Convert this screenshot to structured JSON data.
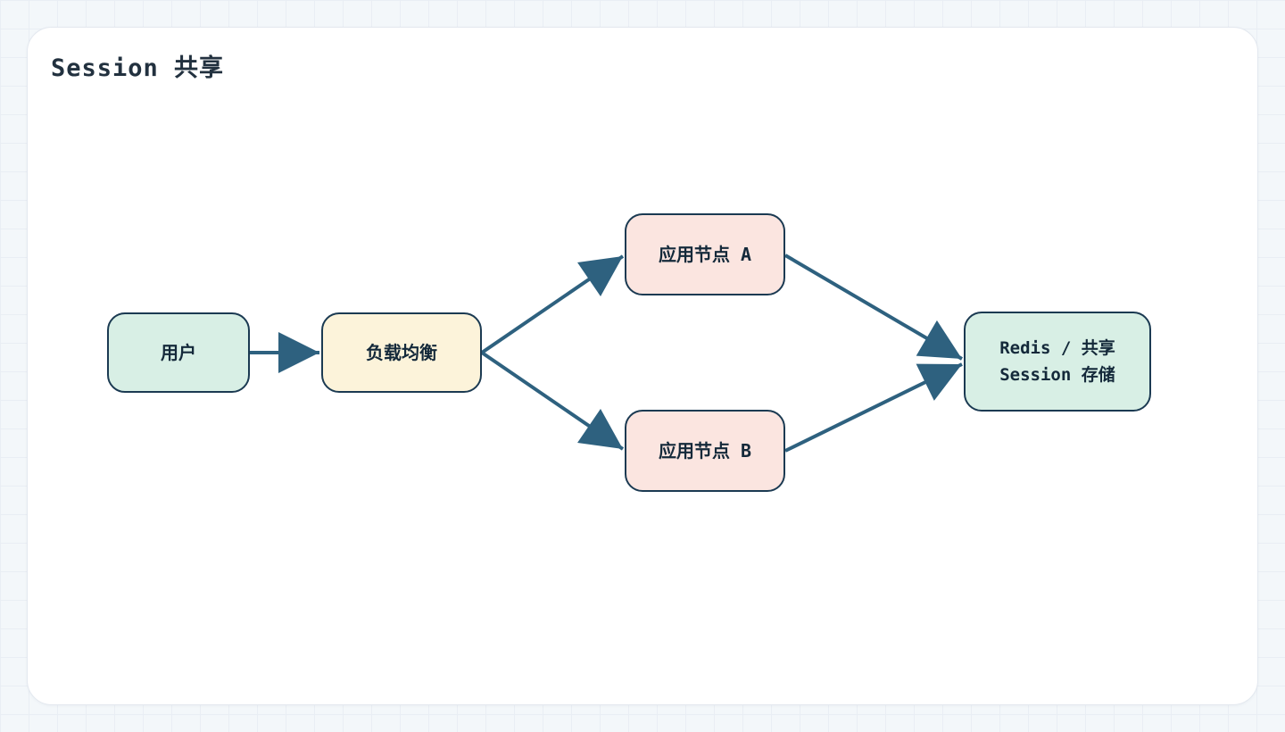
{
  "title": "Session 共享",
  "diagram": {
    "nodes": [
      {
        "id": "user",
        "label": "用户",
        "fill": "#d8efe5"
      },
      {
        "id": "load-balancer",
        "label": "负载均衡",
        "fill": "#fcf3da"
      },
      {
        "id": "app-node-a",
        "label": "应用节点 A",
        "fill": "#fbe5e0"
      },
      {
        "id": "app-node-b",
        "label": "应用节点 B",
        "fill": "#fbe5e0"
      },
      {
        "id": "redis-store",
        "label": "Redis / 共享\nSession 存储",
        "fill": "#d8efe5"
      }
    ],
    "edges": [
      {
        "from": "用户",
        "to": "负载均衡"
      },
      {
        "from": "负载均衡",
        "to": "应用节点 A"
      },
      {
        "from": "负载均衡",
        "to": "应用节点 B"
      },
      {
        "from": "应用节点 A",
        "to": "Redis / 共享 Session 存储"
      },
      {
        "from": "应用节点 B",
        "to": "Redis / 共享 Session 存储"
      }
    ],
    "colors": {
      "arrow": "#2e617f",
      "node_border": "#1b3a52",
      "node_text": "#14293a",
      "title_text": "#22313f",
      "panel_background": "#ffffff",
      "page_background": "#f3f7fa"
    }
  }
}
